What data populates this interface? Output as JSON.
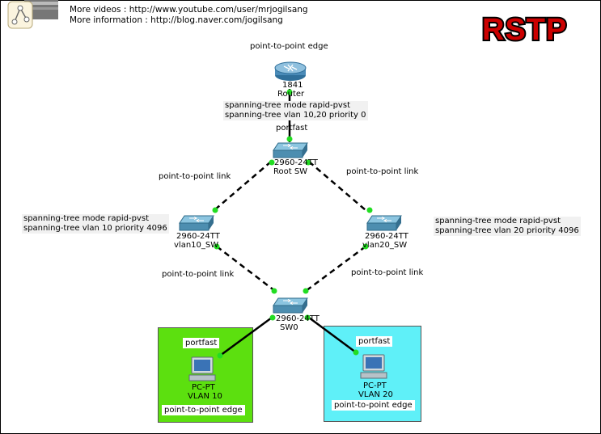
{
  "header": {
    "videos": "More videos : http://www.youtube.com/user/mrjogilsang",
    "info": "More information : http://blog.naver.com/jogilsang"
  },
  "badge": {
    "text": "RSTP",
    "fill": "#cc0000",
    "outline": "#000000"
  },
  "router": {
    "model": "1841",
    "name": "Router",
    "link_label": "point-to-point edge",
    "config": [
      "spanning-tree mode rapid-pvst",
      "spanning-tree vlan 10,20 priority 0"
    ],
    "port_label": "portfast"
  },
  "root_sw": {
    "model": "2960-24TT",
    "name": "Root SW"
  },
  "vlan10_sw": {
    "model": "2960-24TT",
    "name": "vlan10_SW",
    "config": [
      "spanning-tree mode rapid-pvst",
      "spanning-tree vlan 10 priority 4096"
    ]
  },
  "vlan20_sw": {
    "model": "2960-24TT",
    "name": "vlan20_SW",
    "config": [
      "spanning-tree mode rapid-pvst",
      "spanning-tree vlan 20 priority 4096"
    ]
  },
  "sw0": {
    "model": "2960-24TT",
    "name": "SW0"
  },
  "link_labels": {
    "root_vlan10": "point-to-point link",
    "root_vlan20": "point-to-point link",
    "vlan10_sw0": "point-to-point link",
    "vlan20_sw0": "point-to-point link"
  },
  "pc_vlan10": {
    "model": "PC-PT",
    "vlan": "VLAN 10",
    "port_label": "portfast",
    "edge_label": "point-to-point edge",
    "bg": "#5ce00f"
  },
  "pc_vlan20": {
    "model": "PC-PT",
    "vlan": "VLAN 20",
    "port_label": "portfast",
    "edge_label": "point-to-point edge",
    "bg": "#5ff0f8"
  },
  "colors": {
    "link_up": "#22dd22",
    "cable": "#000000",
    "switch": "#5a9ab8"
  },
  "icons": {
    "logo": "share-graph-icon",
    "router": "router-icon",
    "switch": "switch-icon",
    "pc": "pc-icon"
  }
}
